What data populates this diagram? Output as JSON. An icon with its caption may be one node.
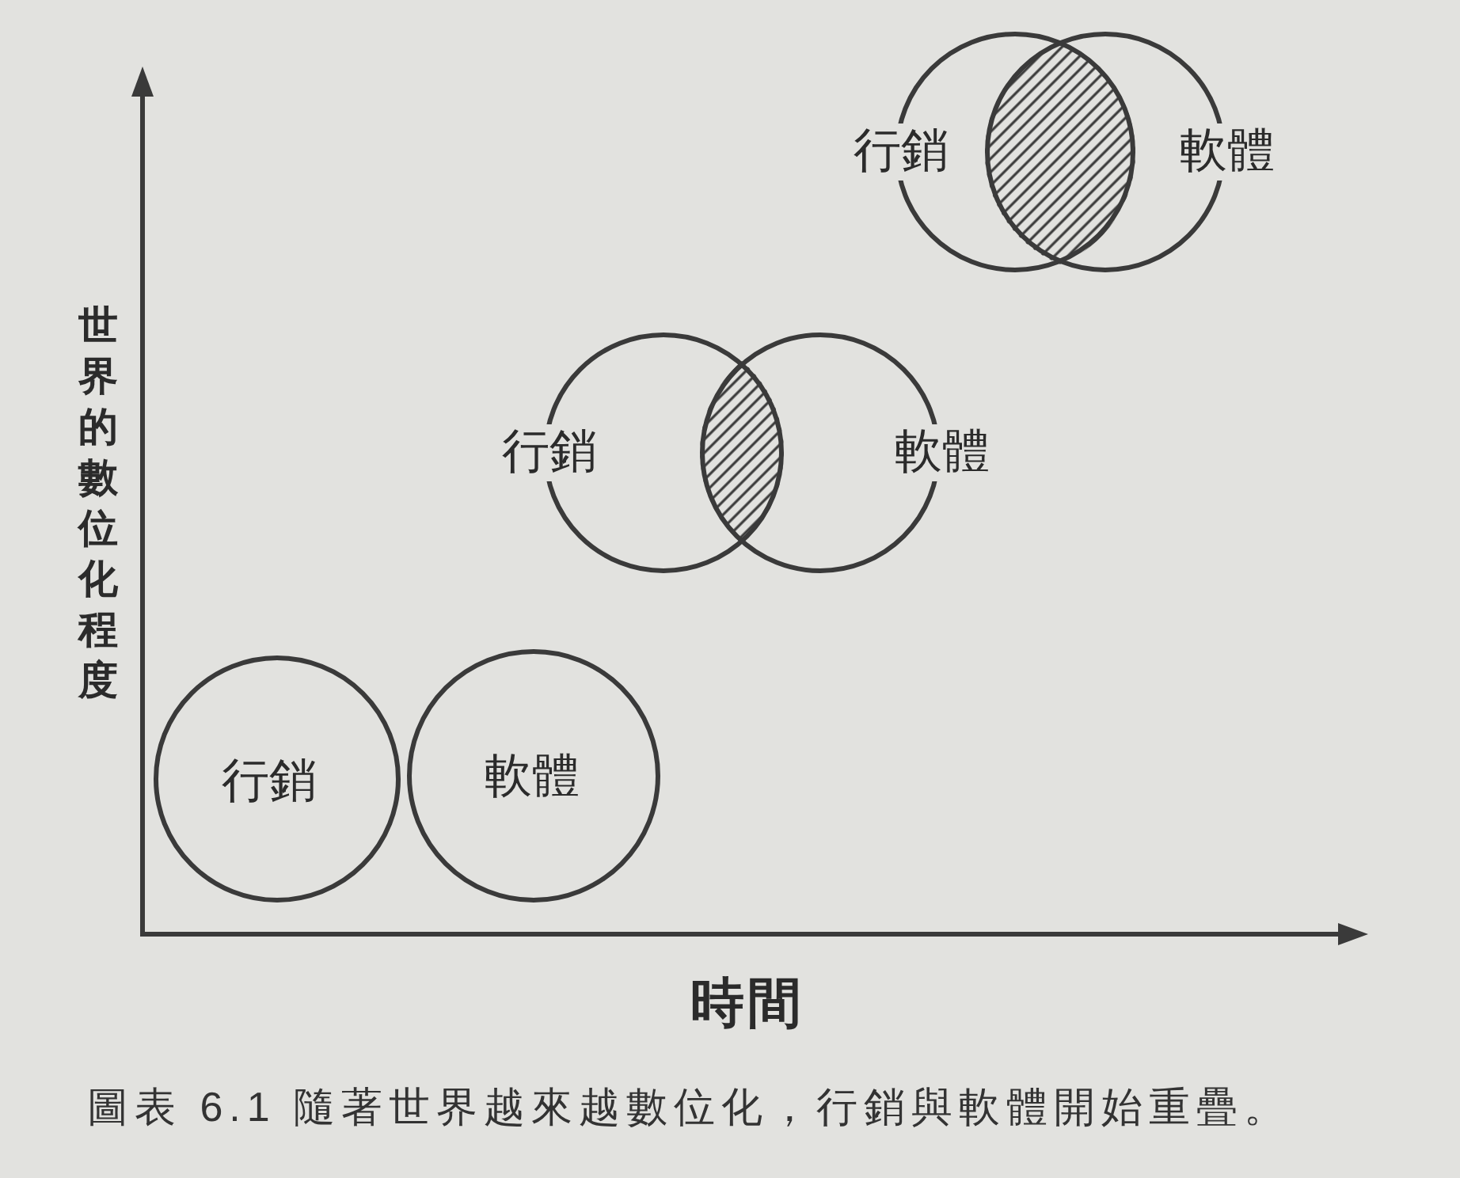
{
  "diagram": {
    "caption": "圖表 6.1 隨著世界越來越數位化，行銷與軟體開始重疊。",
    "nodes": [
      {
        "text": [
          "行銷"
        ]
      },
      {
        "text": [],
        "shape": "lens"
      },
      {
        "text": [
          "軟體"
        ]
      },
      {
        "text": [
          "行銷"
        ]
      },
      {
        "text": [],
        "shape": "lens"
      },
      {
        "text": [
          "軟體"
        ]
      },
      {
        "text": [
          "行銷"
        ]
      },
      {
        "text": [
          "軟體"
        ]
      }
    ],
    "labels": [
      "世界的數位化程度",
      "時間"
    ]
  }
}
